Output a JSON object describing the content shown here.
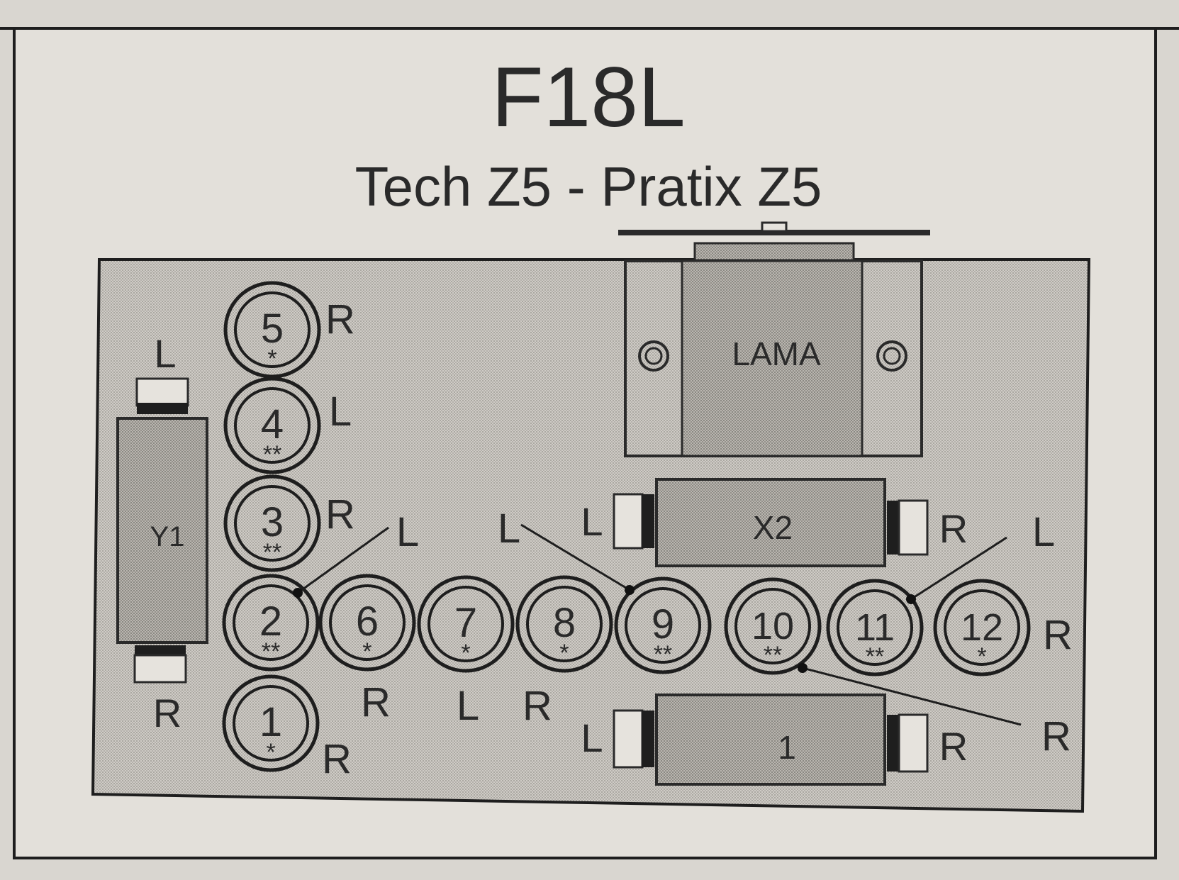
{
  "title": "F18L",
  "subtitle": "Tech Z5 - Pratix Z5",
  "components": {
    "lama": {
      "label": "LAMA"
    },
    "y1": {
      "label": "Y1",
      "top_side": "L",
      "bottom_side": "R"
    },
    "x2": {
      "label": "X2",
      "left_side": "L",
      "right_side": "R"
    },
    "x1": {
      "label": "1",
      "left_side": "L",
      "right_side": "R"
    }
  },
  "pins": [
    {
      "number": "5",
      "stars": "*",
      "side": "R"
    },
    {
      "number": "4",
      "stars": "**",
      "side": "L"
    },
    {
      "number": "3",
      "stars": "**",
      "side": "R"
    },
    {
      "number": "2",
      "stars": "**",
      "side": "L"
    },
    {
      "number": "1",
      "stars": "*",
      "side": "R"
    },
    {
      "number": "6",
      "stars": "*",
      "side": "R"
    },
    {
      "number": "7",
      "stars": "*",
      "side": "L"
    },
    {
      "number": "8",
      "stars": "*",
      "side": "R"
    },
    {
      "number": "9",
      "stars": "**",
      "side": "L"
    },
    {
      "number": "10",
      "stars": "**",
      "side": "R"
    },
    {
      "number": "11",
      "stars": "**",
      "side": "L"
    },
    {
      "number": "12",
      "stars": "*",
      "side": "R"
    }
  ]
}
